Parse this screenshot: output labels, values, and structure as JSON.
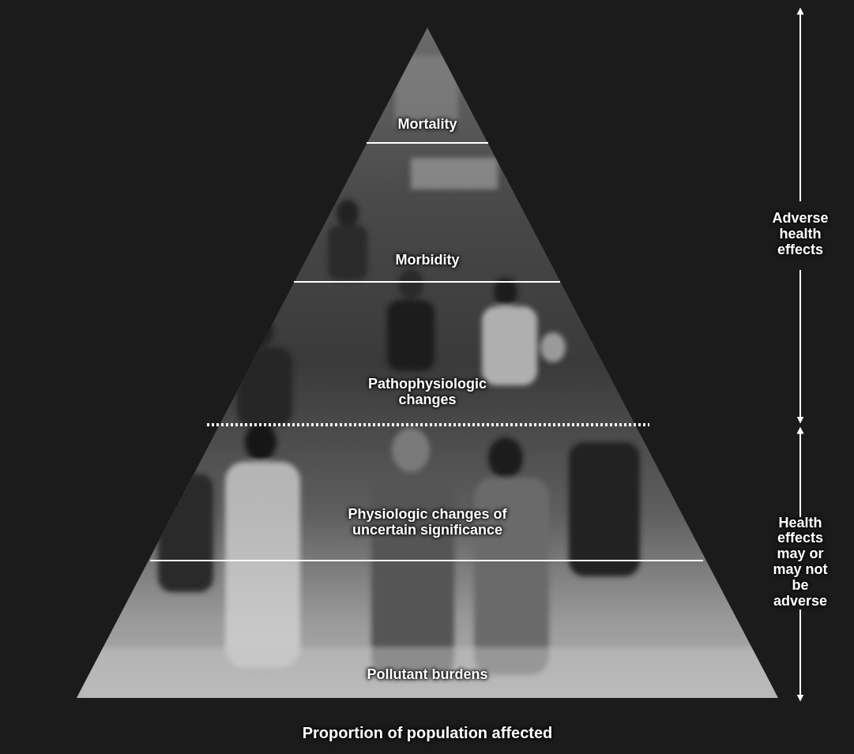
{
  "diagram": {
    "nodes": [
      {
        "text": [
          "Mortality"
        ]
      },
      {
        "text": [
          "Morbidity"
        ]
      },
      {
        "text": [
          "Pathophysiologic changes"
        ]
      },
      {
        "text": [
          "Physiologic changes of uncertain significance"
        ]
      },
      {
        "text": [
          "Pollutant burdens"
        ]
      }
    ],
    "labels": [
      "Adverse health effects",
      "Health effects may or may not be adverse",
      "Proportion of population affected"
    ]
  }
}
